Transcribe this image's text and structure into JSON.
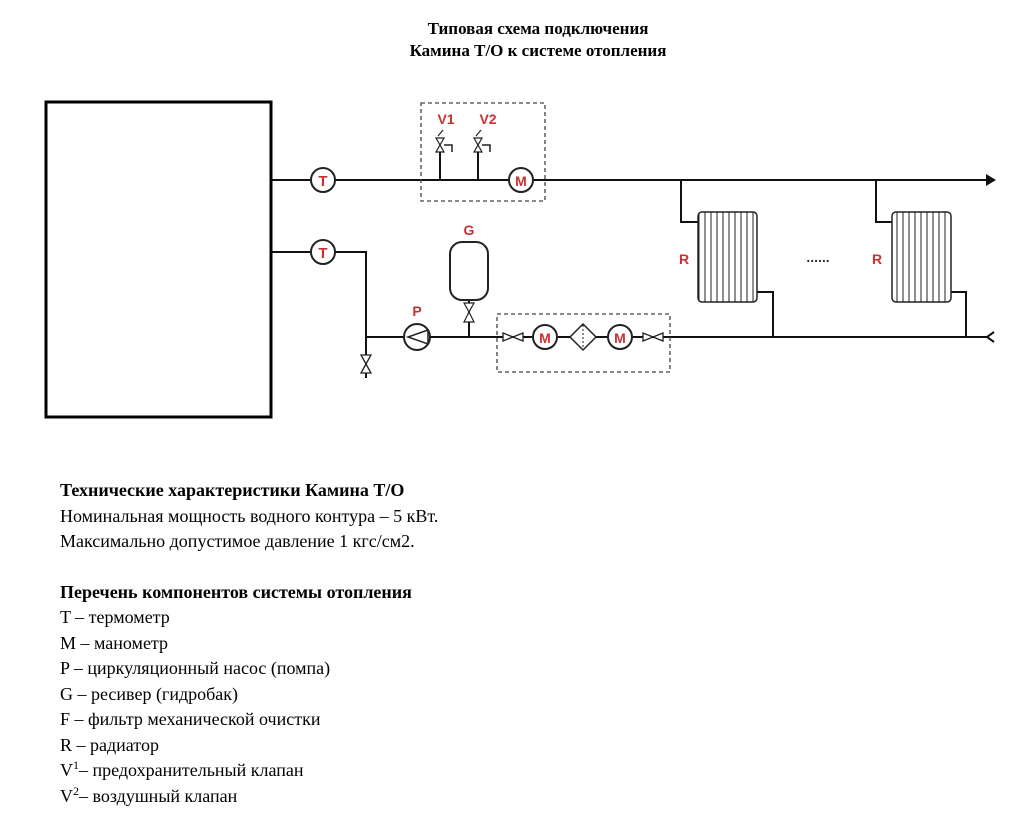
{
  "title": {
    "line1": "Типовая схема подключения",
    "line2": "Камина Т/О к системе отопления"
  },
  "diagram": {
    "labels": {
      "thermometer": "T",
      "manometer": "M",
      "receiver": "G",
      "pump": "P",
      "radiator": "R",
      "valve1": "V1",
      "valve2": "V2",
      "ellipsis": "......"
    }
  },
  "specs": {
    "heading": "Технические характеристики Камина Т/О",
    "lines": [
      "Номинальная мощность водного контура – 5 кВт.",
      "Максимально допустимое давление 1 кгс/см2."
    ]
  },
  "components": {
    "heading": "Перечень компонентов системы отопления",
    "items": [
      "T – термометр",
      "M – манометр",
      "P – циркуляционный насос (помпа)",
      "G – ресивер (гидробак)",
      "F – фильтр механической очистки",
      "R – радиатор"
    ],
    "v1": {
      "base": "V",
      "sup": "1",
      "text": "– предохранительный клапан"
    },
    "v2": {
      "base": "V",
      "sup": "2",
      "text": "– воздушный клапан"
    }
  }
}
